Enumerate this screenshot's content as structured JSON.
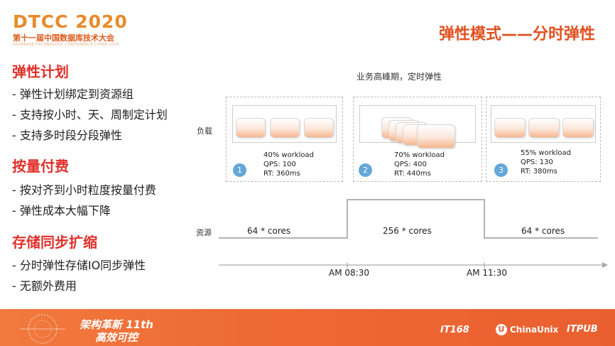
{
  "header": {
    "logo_title": "DTCC 2020",
    "logo_subtitle": "第十一届中国数据库技术大会",
    "logo_english": "DATABASE TECHNOLOGY CONFERENCE CHINA 2020",
    "slide_title": "弹性模式——分时弹性"
  },
  "left": {
    "sections": [
      {
        "heading": "弹性计划",
        "bullets": [
          "- 弹性计划绑定到资源组",
          "- 支持按小时、天、周制定计划",
          "- 支持多时段分段弹性"
        ]
      },
      {
        "heading": "按量付费",
        "bullets": [
          "- 按对齐到小时粒度按量付费",
          "- 弹性成本大幅下降"
        ]
      },
      {
        "heading": "存储同步扩缩",
        "bullets": [
          "- 分时弹性存储IO同步弹性",
          "- 无额外费用"
        ]
      }
    ]
  },
  "diagram": {
    "peak_label": "业务高峰期，定时弹性",
    "load_label": "负载",
    "resource_label": "资源",
    "panels": [
      {
        "badge": "1",
        "workload": "40% workload",
        "qps": "QPS: 100",
        "rt": "RT: 360ms"
      },
      {
        "badge": "2",
        "workload": "70% workload",
        "qps": "QPS: 400",
        "rt": "RT: 440ms"
      },
      {
        "badge": "3",
        "workload": "55% workload",
        "qps": "QPS: 130",
        "rt": "RT: 380ms"
      }
    ],
    "resources": [
      "64 * cores",
      "256 * cores",
      "64 * cores"
    ],
    "times": [
      "AM 08:30",
      "AM 11:30"
    ]
  },
  "footer": {
    "slogan_1": "架构革新 11th",
    "slogan_2": "高效可控",
    "sponsors": [
      "IT168",
      "ChinaUnix",
      "ITPUB"
    ]
  },
  "colors": {
    "accent": "#e2501f",
    "heading_red": "#e1302b",
    "footer_orange": "#ee6a35",
    "badge_blue": "#63a7d8"
  }
}
